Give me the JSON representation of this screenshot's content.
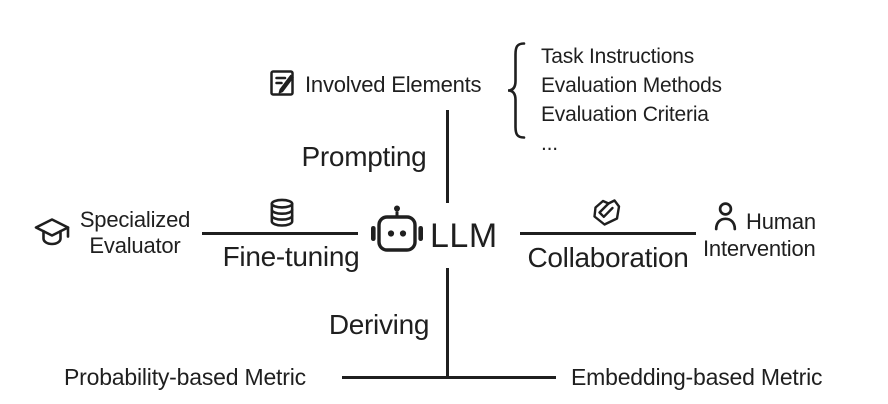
{
  "colors": {
    "ink": "#1f1f1f",
    "background": "#ffffff"
  },
  "center": {
    "label": "LLM",
    "icon": "robot-icon"
  },
  "top": {
    "relation": "Prompting",
    "element_label": "Involved Elements",
    "element_icon": "edit-document-icon",
    "brace": "brace-left",
    "items": [
      "Task Instructions",
      "Evaluation Methods",
      "Evaluation Criteria",
      "..."
    ]
  },
  "left": {
    "relation": "Fine-tuning",
    "relation_icon": "database-icon",
    "target_icon": "graduation-cap-icon",
    "target_line1": "Specialized",
    "target_line2": "Evaluator"
  },
  "right": {
    "relation": "Collaboration",
    "relation_icon": "handshake-icon",
    "target_icon": "person-icon",
    "target_line1": "Human",
    "target_line2": "Intervention"
  },
  "bottom": {
    "relation": "Deriving",
    "metrics": [
      "Probability-based Metric",
      "Embedding-based Metric"
    ]
  }
}
